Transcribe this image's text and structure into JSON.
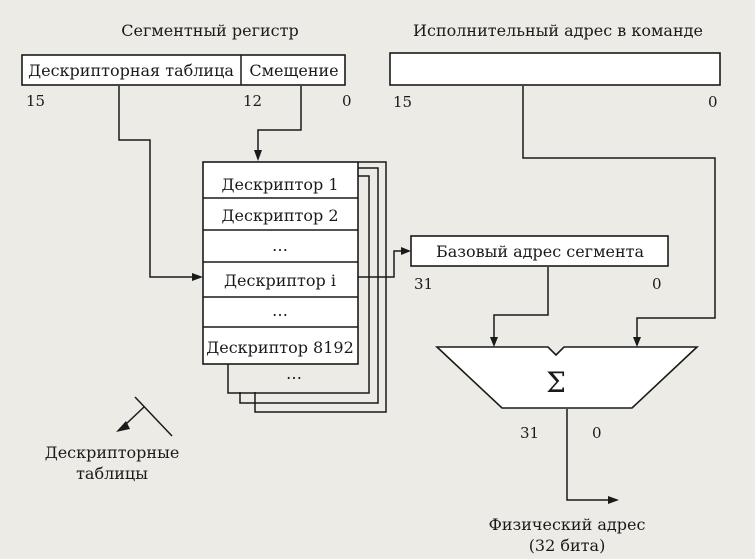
{
  "segment_register": {
    "title": "Сегментный регистр",
    "descriptor_table_field": "Дескрипторная таблица",
    "offset_field": "Смещение",
    "bit_15": "15",
    "bit_12": "12",
    "bit_0": "0"
  },
  "effective_address": {
    "title": "Исполнительный адрес в команде",
    "bit_15": "15",
    "bit_0": "0"
  },
  "descriptor_table": {
    "descriptors": [
      "Дескриптор 1",
      "Дескриптор 2",
      "…",
      "Дескриптор i",
      "…",
      "Дескриптор 8192"
    ],
    "stack_ellipsis": "…"
  },
  "base_address": {
    "label": "Базовый адрес сегмента",
    "bit_31": "31",
    "bit_0": "0"
  },
  "adder": {
    "symbol": "Σ",
    "bit_31": "31",
    "bit_0": "0"
  },
  "descriptor_tables_label": {
    "line1": "Дескрипторные",
    "line2": "таблицы"
  },
  "physical_address": {
    "line1": "Физический адрес",
    "line2": "(32 бита)"
  }
}
